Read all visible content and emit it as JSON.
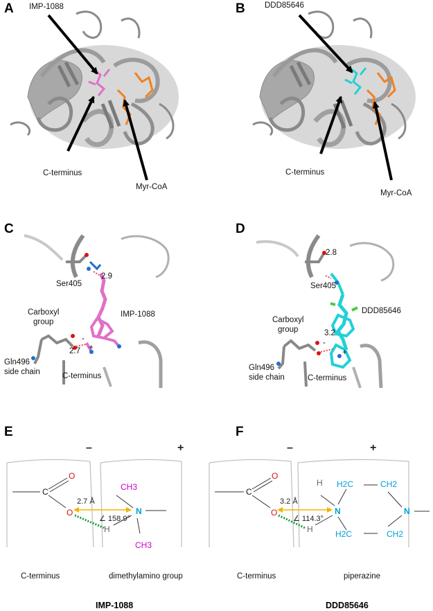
{
  "panels": {
    "A": {
      "letter": "A",
      "ligand": "IMP-1088",
      "cterm": "C-terminus",
      "cofactor": "Myr-CoA"
    },
    "B": {
      "letter": "B",
      "ligand": "DDD85646",
      "cterm": "C-terminus",
      "cofactor": "Myr-CoA"
    },
    "C": {
      "letter": "C",
      "ser": "Ser405",
      "dist_ser": "2.9",
      "carboxyl_1": "Carboxyl",
      "carboxyl_2": "group",
      "ligand": "IMP-1088",
      "dist_ct": "2.7",
      "minus": "-",
      "plus": "+",
      "gln_1": "Gln496",
      "gln_2": "side chain",
      "cterm": "C-terminus"
    },
    "D": {
      "letter": "D",
      "ser": "Ser405",
      "dist_ser": "2.8",
      "carboxyl_1": "Carboxyl",
      "carboxyl_2": "group",
      "ligand": "DDD85646",
      "dist_ct": "3.2",
      "minus": "-",
      "plus": "+",
      "gln_1": "Gln496",
      "gln_2": "side chain",
      "cterm": "C-terminus"
    },
    "E": {
      "letter": "E",
      "minus": "–",
      "plus": "+",
      "c": "C",
      "o_top": "O",
      "o_bot": "O",
      "n": "N",
      "h": "H",
      "ch3_top": "CH3",
      "ch3_bot": "CH3",
      "distance": "2.7 Å",
      "angle": "∠ 158.9°",
      "left_caption": "C-terminus",
      "right_caption": "dimethylamino group",
      "title": "IMP-1088"
    },
    "F": {
      "letter": "F",
      "minus": "–",
      "plus": "+",
      "c": "C",
      "o_top": "O",
      "o_bot": "O",
      "n1": "N",
      "n2": "N",
      "h": "H",
      "h2c_top": "H2C",
      "h2c_bot": "H2C",
      "ch2_top": "CH2",
      "ch2_bot": "CH2",
      "distance": "3.2 Å",
      "angle": "∠ 114.3°",
      "left_caption": "C-terminus",
      "right_caption": "piperazine",
      "title": "DDD85646"
    }
  },
  "colors": {
    "protein": "#9a9a9a",
    "imp_ligand": "#e070c8",
    "ddd_ligand": "#22d0d8",
    "myrcoa": "#f08020",
    "oxygen": "#dd1111",
    "nitrogen": "#1f6fd0",
    "ch_pink": "#cc00cc",
    "ch_cyan": "#00a0d8",
    "hbond": "#f4b400",
    "green_bond": "#1a9a3a"
  }
}
